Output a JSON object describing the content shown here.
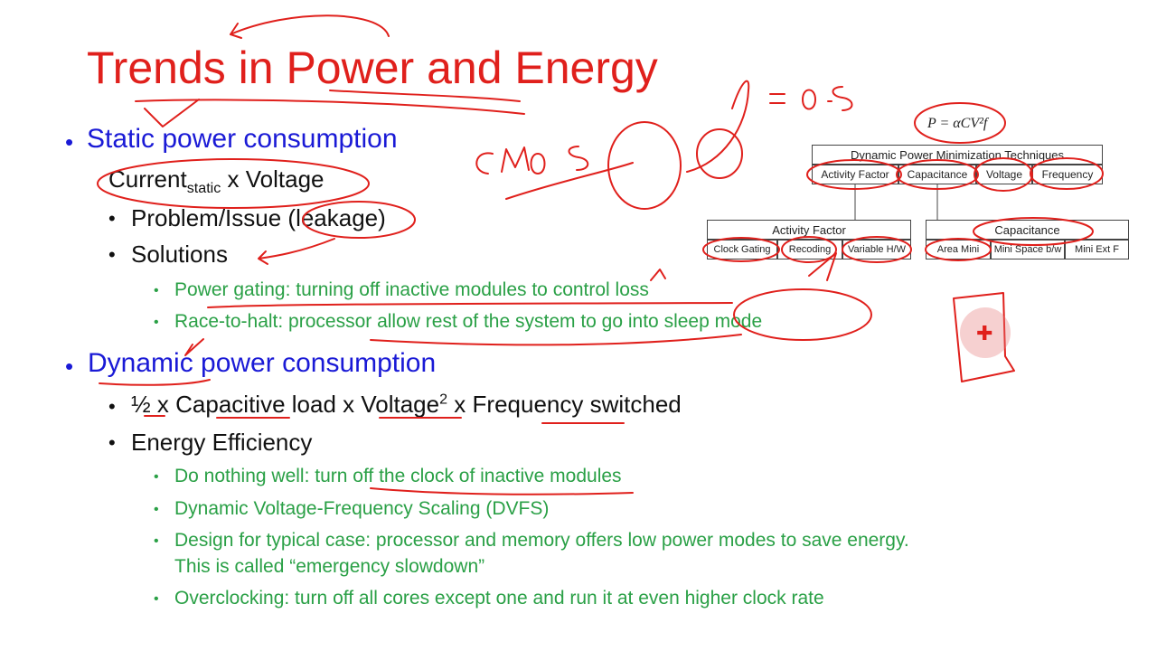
{
  "title": "Trends in Power and Energy",
  "static": {
    "heading": "Static power consumption",
    "formula_a": "Current",
    "formula_sub": "static",
    "formula_b": " x Voltage",
    "items": [
      "Problem/Issue (leakage)",
      "Solutions"
    ],
    "solutions": [
      "Power gating: turning off inactive modules to control loss",
      "Race-to-halt: processor allow rest of the system to go into sleep mode"
    ]
  },
  "dynamic": {
    "heading": "Dynamic power consumption",
    "formula_a": "½ x Capacitive load x Voltage",
    "formula_sup": "2",
    "formula_b": " x Frequency switched",
    "item2": "Energy Efficiency",
    "efficiency": [
      "Do nothing well: turn off the clock of inactive modules",
      "Dynamic Voltage-Frequency Scaling (DVFS)",
      "Design for typical case: processor and memory offers low power modes to save energy.",
      "This is called “emergency slowdown”",
      "Overclocking: turn off all cores except one and run it at even higher clock rate"
    ]
  },
  "diagram": {
    "formula": "P = αCV²f",
    "root": "Dynamic Power Minimization Techniques",
    "level1": [
      "Activity Factor",
      "Capacitance",
      "Voltage",
      "Frequency"
    ],
    "activity_header": "Activity Factor",
    "activity_items": [
      "Clock Gating",
      "Recoding",
      "Variable H/W"
    ],
    "capacitance_header": "Capacitance",
    "capacitance_items": [
      "Area Mini",
      "Mini Space b/w",
      "Mini Ext F"
    ]
  },
  "colors": {
    "title": "#e0201c",
    "level1": "#1a1ad6",
    "level3": "#2aa046",
    "ink": "#e0201c"
  }
}
